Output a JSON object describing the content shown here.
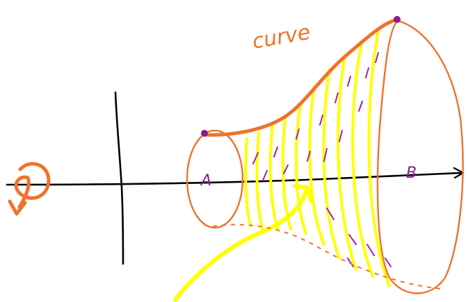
{
  "labels": {
    "curve": "curve",
    "point_a": "A",
    "point_b": "B"
  },
  "colors": {
    "background": "#ffffff",
    "axis": "#000000",
    "curve": "#f0722b",
    "outline": "#f0722b",
    "highlight": "#ffff00",
    "hatch": "#a020a8",
    "points": "#8a1a8e",
    "label_text": "#8a1a8e"
  }
}
